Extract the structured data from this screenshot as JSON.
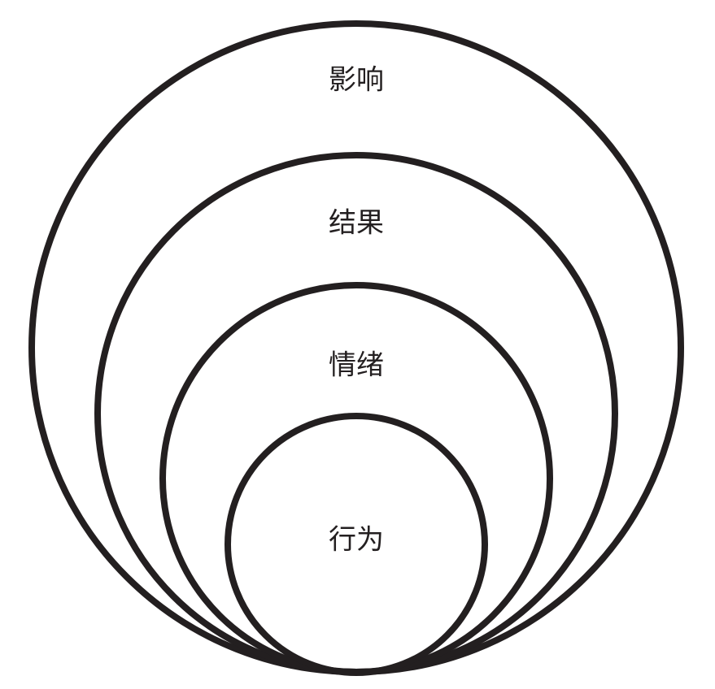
{
  "diagram": {
    "stroke_color": "#231f20",
    "text_color": "#231f20",
    "background": "#ffffff",
    "rings": [
      {
        "id": "impact",
        "label": "影响"
      },
      {
        "id": "result",
        "label": "结果"
      },
      {
        "id": "emotion",
        "label": "情绪"
      },
      {
        "id": "behavior",
        "label": "行为"
      }
    ]
  }
}
